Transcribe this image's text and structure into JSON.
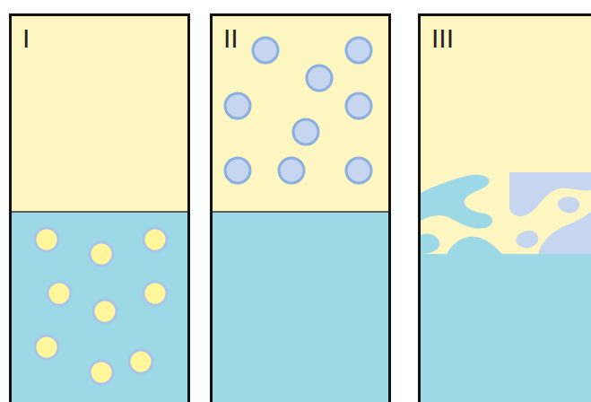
{
  "diagram": {
    "nodes": [
      {
        "text": [
          "I"
        ]
      },
      {
        "text": [
          "II"
        ]
      },
      {
        "text": [
          "III"
        ]
      }
    ]
  }
}
